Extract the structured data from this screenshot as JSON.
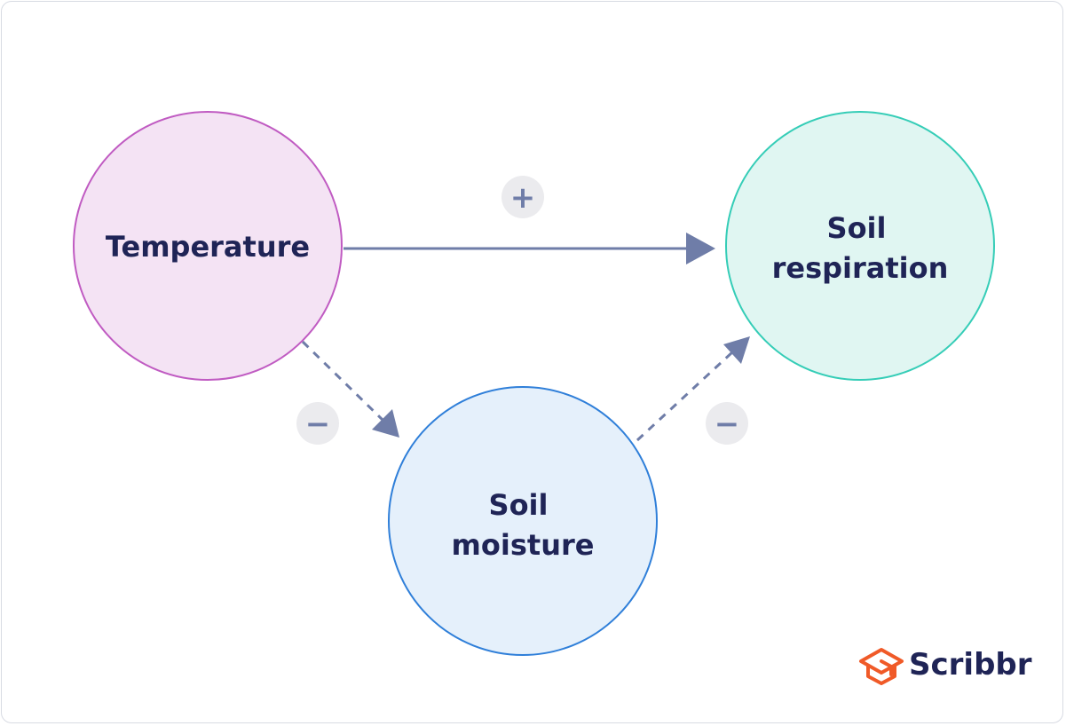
{
  "nodes": {
    "temperature": {
      "label_lines": [
        "Temperature"
      ],
      "fill": "#f4e3f4",
      "stroke": "#c05bc2"
    },
    "soil_respiration": {
      "label_lines": [
        "Soil",
        "respiration"
      ],
      "fill": "#e0f6f2",
      "stroke": "#35cdb7"
    },
    "soil_moisture": {
      "label_lines": [
        "Soil",
        "moisture"
      ],
      "fill": "#e5f0fb",
      "stroke": "#2f7fd9"
    }
  },
  "edges": [
    {
      "from": "Temperature",
      "to": "Soil respiration",
      "style": "solid",
      "sign": "+"
    },
    {
      "from": "Temperature",
      "to": "Soil moisture",
      "style": "dashed",
      "sign": "−"
    },
    {
      "from": "Soil moisture",
      "to": "Soil respiration",
      "style": "dashed",
      "sign": "−"
    }
  ],
  "colors": {
    "arrow": "#6f7da8",
    "sign_bg": "#ebebee",
    "label_text": "#1f2456",
    "brand_icon": "#f05a28"
  },
  "brand": {
    "name": "Scribbr",
    "icon": "graduation-cap-icon"
  }
}
